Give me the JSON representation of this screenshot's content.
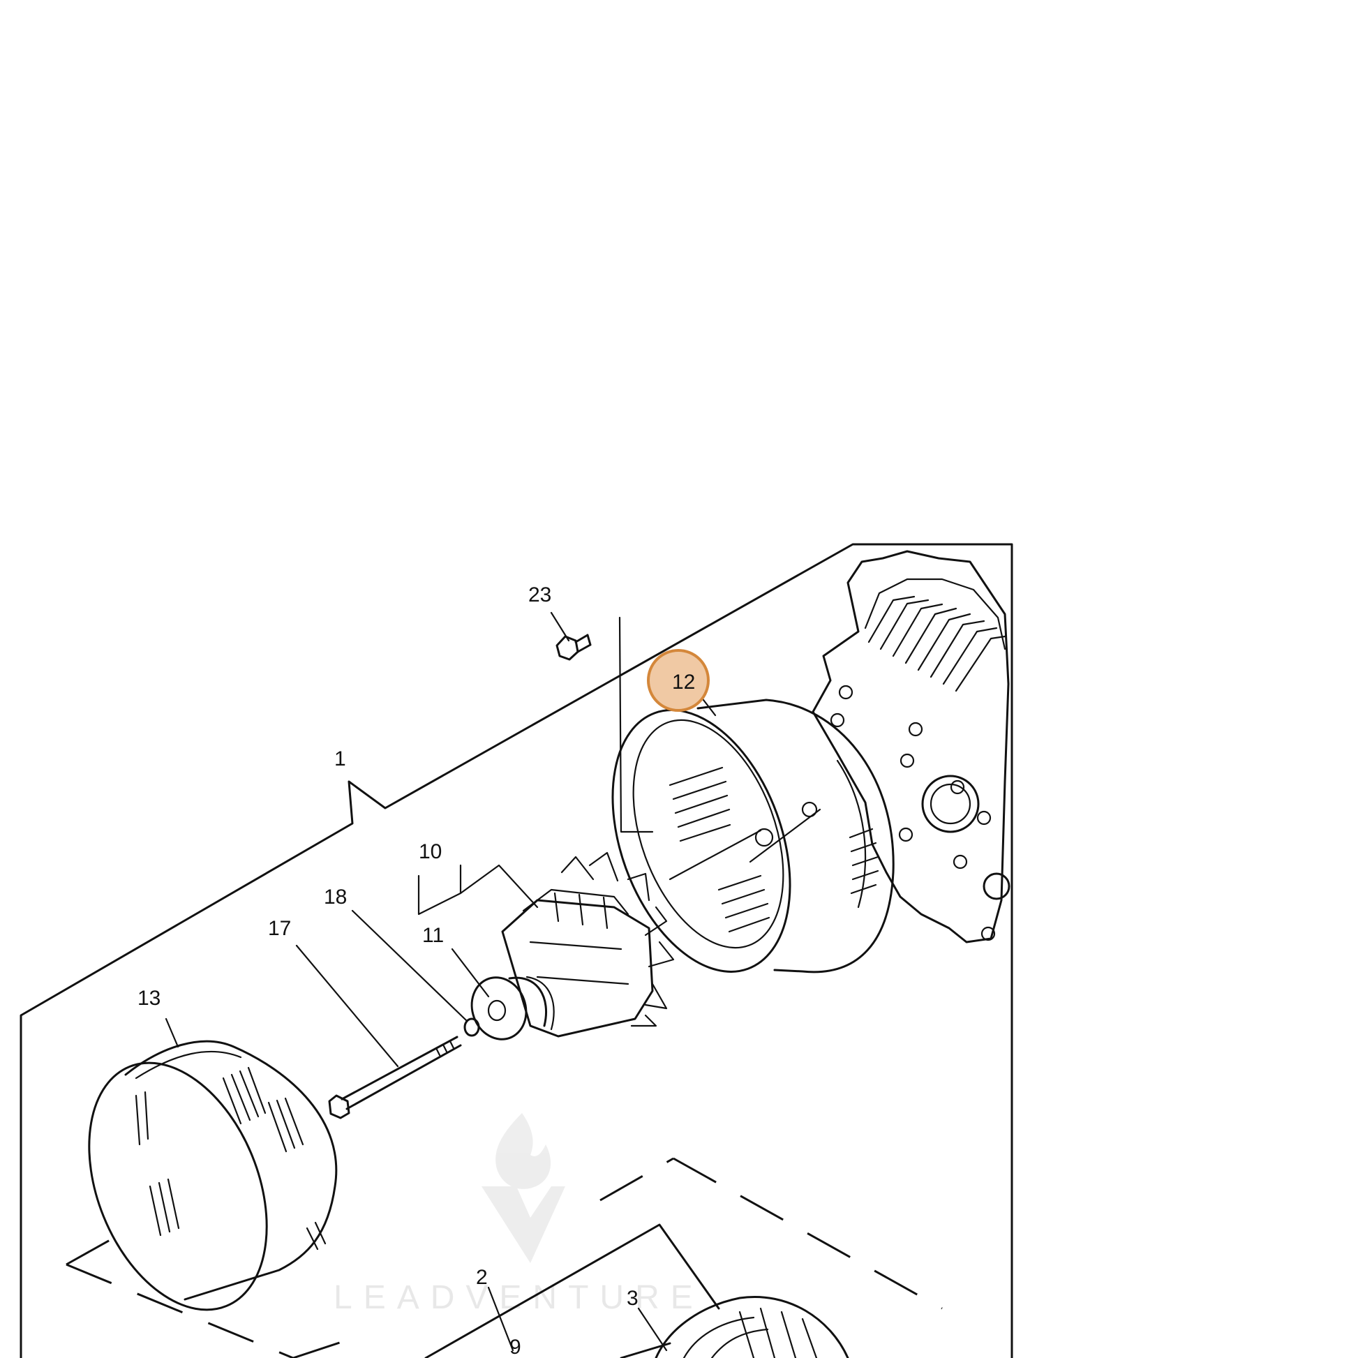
{
  "callouts": {
    "c1": "1",
    "c2": "2",
    "c3": "3",
    "c9": "9",
    "c10": "10",
    "c11": "11",
    "c12": "12",
    "c13": "13",
    "c17": "17",
    "c18": "18",
    "c23": "23"
  },
  "highlighted_callout": "12",
  "watermark": {
    "text": "LEADVENTURE"
  },
  "colors": {
    "highlight_fill": "#f0c9a4",
    "highlight_stroke": "#d4873a",
    "line": "#111111"
  }
}
